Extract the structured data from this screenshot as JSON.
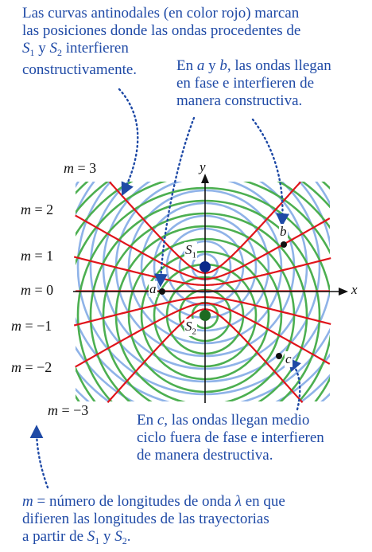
{
  "captions": {
    "top_left_1": "Las curvas antinodales (en color rojo) marcan",
    "top_left_2": "las posiciones donde las ondas procedentes de",
    "top_left_3a": "S",
    "top_left_3sub1": "1",
    "top_left_3b": " y ",
    "top_left_3c": "S",
    "top_left_3sub2": "2",
    "top_left_3d": " interfieren",
    "top_left_4": "constructivamente.",
    "top_right_1a": "En ",
    "top_right_1b": "a",
    "top_right_1c": " y ",
    "top_right_1d": "b",
    "top_right_1e": ", las ondas llegan",
    "top_right_2": "en fase e interfieren de",
    "top_right_3": "manera constructiva.",
    "bottom_right_1a": "En ",
    "bottom_right_1b": "c",
    "bottom_right_1c": ", las ondas llegan medio",
    "bottom_right_2": "ciclo fuera de fase e interfieren",
    "bottom_right_3": "de manera destructiva.",
    "bottom_1a": "m",
    "bottom_1b": " = número de longitudes de onda ",
    "bottom_1c": "λ",
    "bottom_1d": " en que",
    "bottom_2": "difieren las longitudes de las trayectorias",
    "bottom_3a": "a partir de ",
    "bottom_3b": "S",
    "bottom_3sub1": "1",
    "bottom_3c": " y ",
    "bottom_3d": "S",
    "bottom_3sub2": "2",
    "bottom_3e": "."
  },
  "m_labels": [
    {
      "id": "m3",
      "var": "m",
      "eq": " = 3"
    },
    {
      "id": "m2",
      "var": "m",
      "eq": " = 2"
    },
    {
      "id": "m1",
      "var": "m",
      "eq": " = 1"
    },
    {
      "id": "m0",
      "var": "m",
      "eq": " = 0"
    },
    {
      "id": "mneg1",
      "var": "m",
      "eq": " = −1"
    },
    {
      "id": "mneg2",
      "var": "m",
      "eq": " = −2"
    },
    {
      "id": "mneg3",
      "var": "m",
      "eq": " = −3"
    }
  ],
  "axes": {
    "x": "x",
    "y": "y"
  },
  "points": {
    "a": "a",
    "b": "b",
    "c": "c",
    "s1": "S",
    "s1_sub": "1",
    "s2": "S",
    "s2_sub": "2"
  },
  "colors": {
    "caption": "#1f4aa6",
    "antinodal": "#e0141b",
    "wave_s1": "#8fb3e8",
    "wave_s2": "#4caf50",
    "source_s1": "#0b2a8a",
    "source_s2": "#1d6b22",
    "arrow": "#1f4aa6"
  }
}
